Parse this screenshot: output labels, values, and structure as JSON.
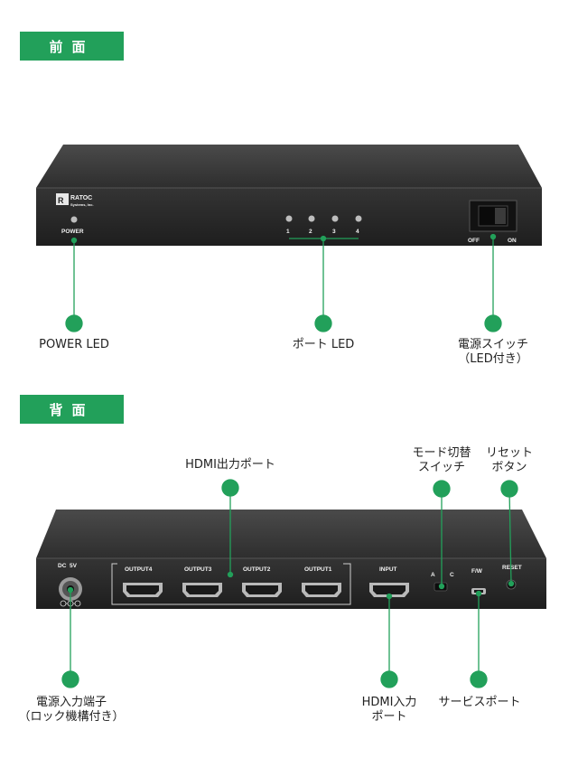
{
  "sections": {
    "front": "前面",
    "back": "背面"
  },
  "front_device": {
    "brand": "RATOC",
    "brand_sub": "Systems, Inc.",
    "power_label": "POWER",
    "led_labels": [
      "1",
      "2",
      "3",
      "4"
    ],
    "switch_off": "OFF",
    "switch_on": "ON"
  },
  "back_device": {
    "dc_label": "DC  5V",
    "outputs": [
      "OUTPUT4",
      "OUTPUT3",
      "OUTPUT2",
      "OUTPUT1"
    ],
    "input": "INPUT",
    "mode_a": "A",
    "mode_c": "C",
    "fw": "F/W",
    "reset": "RESET"
  },
  "callouts": {
    "power_led": "POWER LED",
    "port_led": "ポート LED",
    "power_switch": "電源スイッチ\n（LED付き）",
    "hdmi_out": "HDMI出力ポート",
    "mode_switch": "モード切替\nスイッチ",
    "reset_button": "リセット\nボタン",
    "dc_in": "電源入力端子\n（ロック機構付き）",
    "hdmi_in": "HDMI入力\nポート",
    "service_port": "サービスポート"
  },
  "colors": {
    "accent": "#22a05a",
    "device_body": "#2b2b2b",
    "device_top": "#3a3a3a"
  }
}
